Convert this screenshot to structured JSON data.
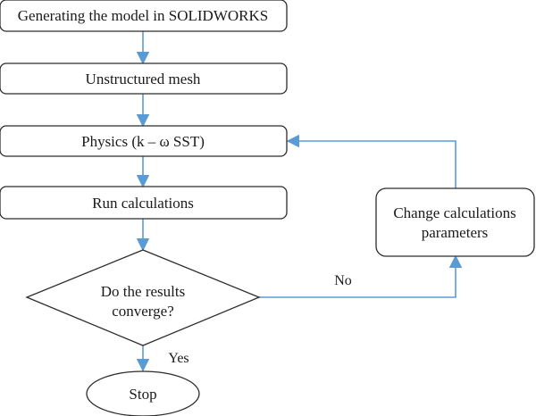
{
  "diagram": {
    "type": "flowchart",
    "nodes": [
      {
        "id": "generate",
        "shape": "rounded-rect",
        "lines": [
          "Generating the model in SOLIDWORKS"
        ]
      },
      {
        "id": "mesh",
        "shape": "rounded-rect",
        "lines": [
          "Unstructured mesh"
        ]
      },
      {
        "id": "physics",
        "shape": "rounded-rect",
        "lines": [
          "Physics (k – ω SST)"
        ]
      },
      {
        "id": "run",
        "shape": "rounded-rect",
        "lines": [
          "Run calculations"
        ]
      },
      {
        "id": "converge",
        "shape": "diamond",
        "lines": [
          "Do the results",
          "converge?"
        ]
      },
      {
        "id": "stop",
        "shape": "ellipse",
        "lines": [
          "Stop"
        ]
      },
      {
        "id": "change",
        "shape": "rounded-rect",
        "lines": [
          "Change calculations",
          "parameters"
        ]
      }
    ],
    "edges": [
      {
        "from": "generate",
        "to": "mesh",
        "label": ""
      },
      {
        "from": "mesh",
        "to": "physics",
        "label": ""
      },
      {
        "from": "physics",
        "to": "run",
        "label": ""
      },
      {
        "from": "run",
        "to": "converge",
        "label": ""
      },
      {
        "from": "converge",
        "to": "stop",
        "label": "Yes"
      },
      {
        "from": "converge",
        "to": "change",
        "label": "No"
      },
      {
        "from": "change",
        "to": "physics",
        "label": ""
      }
    ],
    "colors": {
      "arrow": "#5b9bd5",
      "border": "#2c2c2c",
      "text": "#1a1a1a"
    }
  }
}
